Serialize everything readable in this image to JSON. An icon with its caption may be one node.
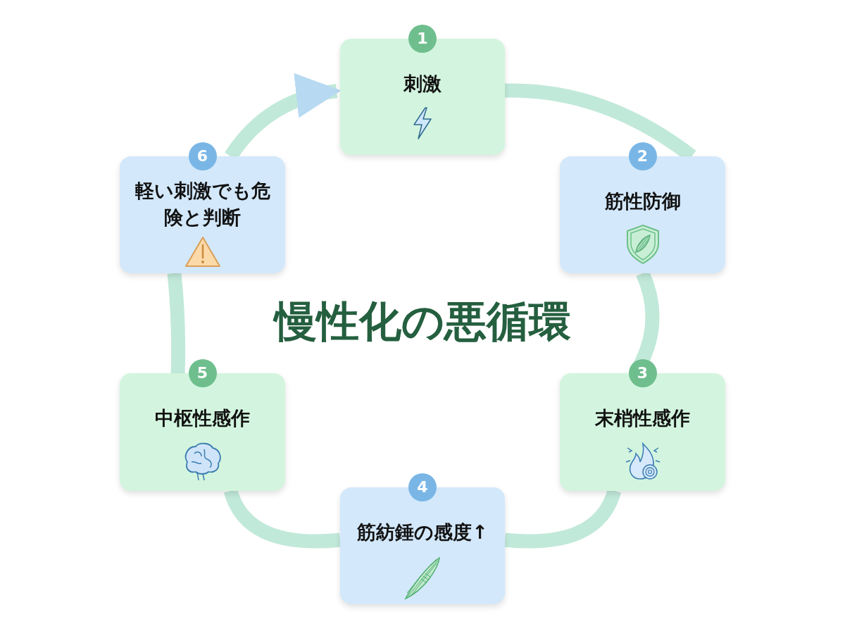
{
  "diagram": {
    "title": "慢性化の悪循環",
    "nodes": [
      {
        "text": [
          "1",
          "刺激"
        ]
      },
      {
        "text": [
          "2",
          "筋性防御"
        ]
      },
      {
        "text": [
          "3",
          "末梢性感作"
        ]
      },
      {
        "text": [
          "4",
          "筋紡錘の感度↑"
        ]
      },
      {
        "text": [
          "5",
          "中枢性感作"
        ]
      },
      {
        "text": [
          "6",
          "軽い刺激でも危険と判断"
        ]
      }
    ],
    "edges": [
      {
        "from": 0,
        "to": 1,
        "arrow": "none"
      },
      {
        "from": 1,
        "to": 2,
        "arrow": "none"
      },
      {
        "from": 2,
        "to": 3,
        "arrow": "none"
      },
      {
        "from": 3,
        "to": 4,
        "arrow": "none"
      },
      {
        "from": 4,
        "to": 5,
        "arrow": "none"
      },
      {
        "from": 5,
        "to": 0,
        "arrow": "to"
      }
    ]
  }
}
